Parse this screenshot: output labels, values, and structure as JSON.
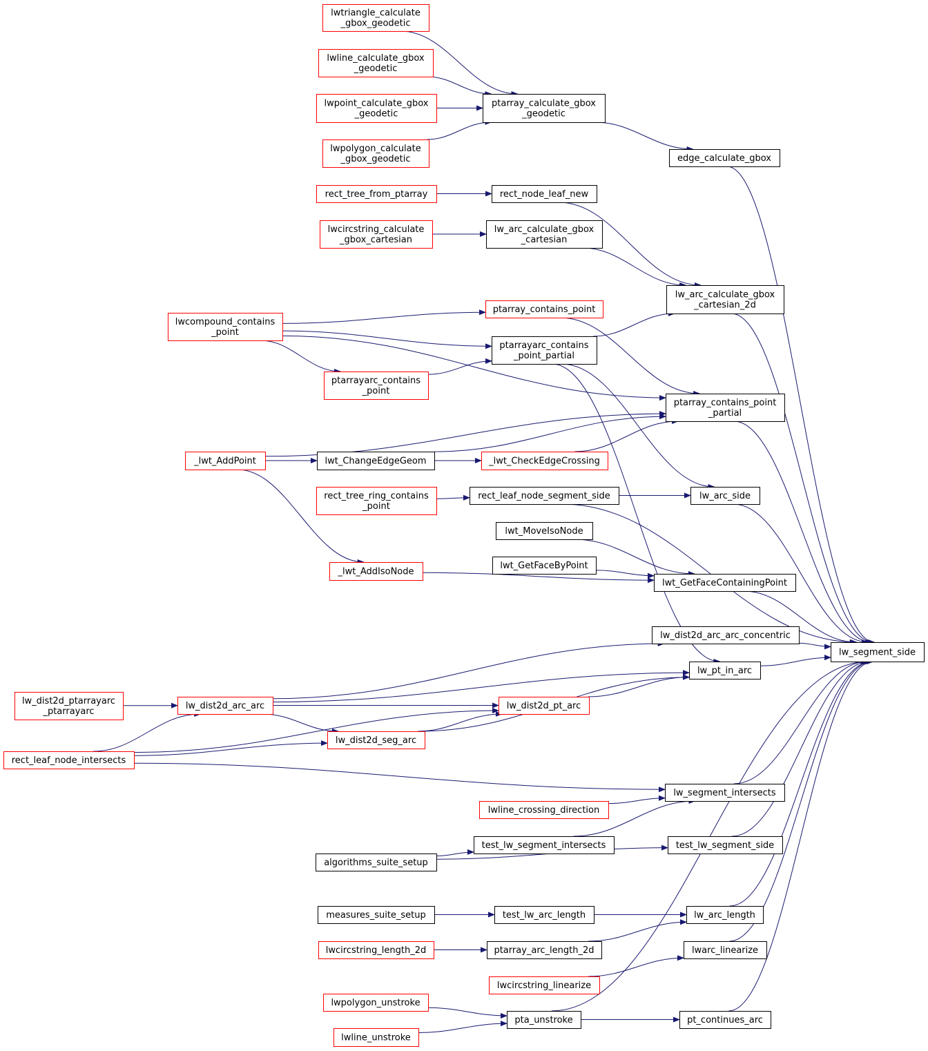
{
  "colors": {
    "edge": "#191970",
    "border_default": "#000000",
    "border_red": "#ff0000",
    "root_fill": "#bfbfbf"
  },
  "nodes": [
    {
      "id": "lw_segment_side",
      "label": [
        "lw_segment_side"
      ],
      "style": "root"
    },
    {
      "id": "edge_calculate_gbox",
      "label": [
        "edge_calculate_gbox"
      ],
      "style": "black"
    },
    {
      "id": "ptarray_calculate_gbox_geodetic",
      "label": [
        "ptarray_calculate_gbox",
        "_geodetic"
      ],
      "style": "black"
    },
    {
      "id": "lwtriangle_calculate_gbox_geodetic",
      "label": [
        "lwtriangle_calculate",
        "_gbox_geodetic"
      ],
      "style": "red"
    },
    {
      "id": "lwline_calculate_gbox_geodetic",
      "label": [
        "lwline_calculate_gbox",
        "_geodetic"
      ],
      "style": "red"
    },
    {
      "id": "lwpoint_calculate_gbox_geodetic",
      "label": [
        "lwpoint_calculate_gbox",
        "_geodetic"
      ],
      "style": "red"
    },
    {
      "id": "lwpolygon_calculate_gbox_geodetic",
      "label": [
        "lwpolygon_calculate",
        "_gbox_geodetic"
      ],
      "style": "red"
    },
    {
      "id": "rect_node_leaf_new",
      "label": [
        "rect_node_leaf_new"
      ],
      "style": "black"
    },
    {
      "id": "rect_tree_from_ptarray",
      "label": [
        "rect_tree_from_ptarray"
      ],
      "style": "red"
    },
    {
      "id": "lw_arc_calculate_gbox_cartesian",
      "label": [
        "lw_arc_calculate_gbox",
        "_cartesian"
      ],
      "style": "black"
    },
    {
      "id": "lwcircstring_calculate_gbox_cartesian",
      "label": [
        "lwcircstring_calculate",
        "_gbox_cartesian"
      ],
      "style": "red"
    },
    {
      "id": "lw_arc_calculate_gbox_cartesian_2d",
      "label": [
        "lw_arc_calculate_gbox",
        "_cartesian_2d"
      ],
      "style": "black"
    },
    {
      "id": "ptarray_contains_point",
      "label": [
        "ptarray_contains_point"
      ],
      "style": "red"
    },
    {
      "id": "lwcompound_contains_point",
      "label": [
        "lwcompound_contains",
        "_point"
      ],
      "style": "red"
    },
    {
      "id": "ptarrayarc_contains_point_partial",
      "label": [
        "ptarrayarc_contains",
        "_point_partial"
      ],
      "style": "black"
    },
    {
      "id": "ptarrayarc_contains_point",
      "label": [
        "ptarrayarc_contains",
        "_point"
      ],
      "style": "red"
    },
    {
      "id": "ptarray_contains_point_partial",
      "label": [
        "ptarray_contains_point",
        "_partial"
      ],
      "style": "black"
    },
    {
      "id": "_lwt_AddPoint",
      "label": [
        "_lwt_AddPoint"
      ],
      "style": "red"
    },
    {
      "id": "lwt_ChangeEdgeGeom",
      "label": [
        "lwt_ChangeEdgeGeom"
      ],
      "style": "black"
    },
    {
      "id": "_lwt_CheckEdgeCrossing",
      "label": [
        "_lwt_CheckEdgeCrossing"
      ],
      "style": "red"
    },
    {
      "id": "rect_tree_ring_contains_point",
      "label": [
        "rect_tree_ring_contains",
        "_point"
      ],
      "style": "red"
    },
    {
      "id": "rect_leaf_node_segment_side",
      "label": [
        "rect_leaf_node_segment_side"
      ],
      "style": "black"
    },
    {
      "id": "lw_arc_side",
      "label": [
        "lw_arc_side"
      ],
      "style": "black"
    },
    {
      "id": "lwt_MoveIsoNode",
      "label": [
        "lwt_MoveIsoNode"
      ],
      "style": "black"
    },
    {
      "id": "lwt_GetFaceByPoint",
      "label": [
        "lwt_GetFaceByPoint"
      ],
      "style": "black"
    },
    {
      "id": "_lwt_AddIsoNode",
      "label": [
        "_lwt_AddIsoNode"
      ],
      "style": "red"
    },
    {
      "id": "lwt_GetFaceContainingPoint",
      "label": [
        "lwt_GetFaceContainingPoint"
      ],
      "style": "black"
    },
    {
      "id": "lw_dist2d_arc_arc_concentric",
      "label": [
        "lw_dist2d_arc_arc_concentric"
      ],
      "style": "black"
    },
    {
      "id": "lw_pt_in_arc",
      "label": [
        "lw_pt_in_arc"
      ],
      "style": "black"
    },
    {
      "id": "lw_dist2d_ptarrayarc_ptarrayarc",
      "label": [
        "lw_dist2d_ptarrayarc",
        "_ptarrayarc"
      ],
      "style": "red"
    },
    {
      "id": "lw_dist2d_arc_arc",
      "label": [
        "lw_dist2d_arc_arc"
      ],
      "style": "red"
    },
    {
      "id": "lw_dist2d_pt_arc",
      "label": [
        "lw_dist2d_pt_arc"
      ],
      "style": "red"
    },
    {
      "id": "lw_dist2d_seg_arc",
      "label": [
        "lw_dist2d_seg_arc"
      ],
      "style": "red"
    },
    {
      "id": "rect_leaf_node_intersects",
      "label": [
        "rect_leaf_node_intersects"
      ],
      "style": "red"
    },
    {
      "id": "lw_segment_intersects",
      "label": [
        "lw_segment_intersects"
      ],
      "style": "black"
    },
    {
      "id": "lwline_crossing_direction",
      "label": [
        "lwline_crossing_direction"
      ],
      "style": "red"
    },
    {
      "id": "test_lw_segment_intersects",
      "label": [
        "test_lw_segment_intersects"
      ],
      "style": "black"
    },
    {
      "id": "test_lw_segment_side",
      "label": [
        "test_lw_segment_side"
      ],
      "style": "black"
    },
    {
      "id": "algorithms_suite_setup",
      "label": [
        "algorithms_suite_setup"
      ],
      "style": "black"
    },
    {
      "id": "measures_suite_setup",
      "label": [
        "measures_suite_setup"
      ],
      "style": "black"
    },
    {
      "id": "test_lw_arc_length",
      "label": [
        "test_lw_arc_length"
      ],
      "style": "black"
    },
    {
      "id": "lw_arc_length",
      "label": [
        "lw_arc_length"
      ],
      "style": "black"
    },
    {
      "id": "lwcircstring_length_2d",
      "label": [
        "lwcircstring_length_2d"
      ],
      "style": "red"
    },
    {
      "id": "ptarray_arc_length_2d",
      "label": [
        "ptarray_arc_length_2d"
      ],
      "style": "black"
    },
    {
      "id": "lwarc_linearize",
      "label": [
        "lwarc_linearize"
      ],
      "style": "black"
    },
    {
      "id": "lwcircstring_linearize",
      "label": [
        "lwcircstring_linearize"
      ],
      "style": "red"
    },
    {
      "id": "lwpolygon_unstroke",
      "label": [
        "lwpolygon_unstroke"
      ],
      "style": "red"
    },
    {
      "id": "pta_unstroke",
      "label": [
        "pta_unstroke"
      ],
      "style": "black"
    },
    {
      "id": "pt_continues_arc",
      "label": [
        "pt_continues_arc"
      ],
      "style": "black"
    },
    {
      "id": "lwline_unstroke",
      "label": [
        "lwline_unstroke"
      ],
      "style": "red"
    }
  ],
  "edges": [
    [
      "edge_calculate_gbox",
      "lw_segment_side"
    ],
    [
      "ptarray_calculate_gbox_geodetic",
      "edge_calculate_gbox"
    ],
    [
      "lwtriangle_calculate_gbox_geodetic",
      "ptarray_calculate_gbox_geodetic"
    ],
    [
      "lwline_calculate_gbox_geodetic",
      "ptarray_calculate_gbox_geodetic"
    ],
    [
      "lwpoint_calculate_gbox_geodetic",
      "ptarray_calculate_gbox_geodetic"
    ],
    [
      "lwpolygon_calculate_gbox_geodetic",
      "ptarray_calculate_gbox_geodetic"
    ],
    [
      "lw_arc_calculate_gbox_cartesian_2d",
      "lw_segment_side"
    ],
    [
      "rect_node_leaf_new",
      "lw_arc_calculate_gbox_cartesian_2d"
    ],
    [
      "rect_tree_from_ptarray",
      "rect_node_leaf_new"
    ],
    [
      "lw_arc_calculate_gbox_cartesian",
      "lw_arc_calculate_gbox_cartesian_2d"
    ],
    [
      "lwcircstring_calculate_gbox_cartesian",
      "lw_arc_calculate_gbox_cartesian"
    ],
    [
      "ptarrayarc_contains_point_partial",
      "lw_arc_calculate_gbox_cartesian_2d"
    ],
    [
      "lwcompound_contains_point",
      "ptarray_contains_point"
    ],
    [
      "lwcompound_contains_point",
      "ptarrayarc_contains_point_partial"
    ],
    [
      "lwcompound_contains_point",
      "ptarrayarc_contains_point"
    ],
    [
      "lwcompound_contains_point",
      "ptarray_contains_point_partial"
    ],
    [
      "ptarrayarc_contains_point",
      "ptarrayarc_contains_point_partial"
    ],
    [
      "ptarray_contains_point_partial",
      "lw_segment_side"
    ],
    [
      "ptarray_contains_point",
      "ptarray_contains_point_partial"
    ],
    [
      "_lwt_AddPoint",
      "ptarray_contains_point_partial"
    ],
    [
      "lwt_ChangeEdgeGeom",
      "ptarray_contains_point_partial"
    ],
    [
      "_lwt_CheckEdgeCrossing",
      "ptarray_contains_point_partial"
    ],
    [
      "_lwt_AddPoint",
      "lwt_ChangeEdgeGeom"
    ],
    [
      "lwt_ChangeEdgeGeom",
      "_lwt_CheckEdgeCrossing"
    ],
    [
      "_lwt_AddPoint",
      "_lwt_AddIsoNode"
    ],
    [
      "lw_arc_side",
      "lw_segment_side"
    ],
    [
      "ptarrayarc_contains_point_partial",
      "lw_arc_side"
    ],
    [
      "rect_leaf_node_segment_side",
      "lw_arc_side"
    ],
    [
      "rect_tree_ring_contains_point",
      "rect_leaf_node_segment_side"
    ],
    [
      "rect_leaf_node_segment_side",
      "lw_segment_side"
    ],
    [
      "lwt_GetFaceContainingPoint",
      "lw_segment_side"
    ],
    [
      "lwt_MoveIsoNode",
      "lwt_GetFaceContainingPoint"
    ],
    [
      "lwt_GetFaceByPoint",
      "lwt_GetFaceContainingPoint"
    ],
    [
      "_lwt_AddIsoNode",
      "lwt_GetFaceContainingPoint"
    ],
    [
      "lw_dist2d_arc_arc_concentric",
      "lw_segment_side"
    ],
    [
      "lw_dist2d_arc_arc",
      "lw_dist2d_arc_arc_concentric"
    ],
    [
      "lw_pt_in_arc",
      "lw_segment_side"
    ],
    [
      "ptarrayarc_contains_point_partial",
      "lw_pt_in_arc"
    ],
    [
      "lw_dist2d_arc_arc",
      "lw_pt_in_arc"
    ],
    [
      "lw_dist2d_pt_arc",
      "lw_pt_in_arc"
    ],
    [
      "lw_dist2d_seg_arc",
      "lw_pt_in_arc"
    ],
    [
      "lw_dist2d_ptarrayarc_ptarrayarc",
      "lw_dist2d_arc_arc"
    ],
    [
      "rect_leaf_node_intersects",
      "lw_dist2d_arc_arc"
    ],
    [
      "lw_dist2d_arc_arc",
      "lw_dist2d_pt_arc"
    ],
    [
      "lw_dist2d_arc_arc",
      "lw_dist2d_seg_arc"
    ],
    [
      "lw_dist2d_seg_arc",
      "lw_dist2d_pt_arc"
    ],
    [
      "rect_leaf_node_intersects",
      "lw_dist2d_pt_arc"
    ],
    [
      "rect_leaf_node_intersects",
      "lw_dist2d_seg_arc"
    ],
    [
      "lw_segment_intersects",
      "lw_segment_side"
    ],
    [
      "rect_leaf_node_intersects",
      "lw_segment_intersects"
    ],
    [
      "lwline_crossing_direction",
      "lw_segment_intersects"
    ],
    [
      "test_lw_segment_intersects",
      "lw_segment_intersects"
    ],
    [
      "algorithms_suite_setup",
      "test_lw_segment_intersects"
    ],
    [
      "test_lw_segment_side",
      "lw_segment_side"
    ],
    [
      "algorithms_suite_setup",
      "test_lw_segment_side"
    ],
    [
      "lw_arc_length",
      "lw_segment_side"
    ],
    [
      "test_lw_arc_length",
      "lw_arc_length"
    ],
    [
      "measures_suite_setup",
      "test_lw_arc_length"
    ],
    [
      "ptarray_arc_length_2d",
      "lw_arc_length"
    ],
    [
      "lwcircstring_length_2d",
      "ptarray_arc_length_2d"
    ],
    [
      "lwarc_linearize",
      "lw_segment_side"
    ],
    [
      "lwcircstring_linearize",
      "lwarc_linearize"
    ],
    [
      "pta_unstroke",
      "lw_segment_side"
    ],
    [
      "pt_continues_arc",
      "lw_segment_side"
    ],
    [
      "pta_unstroke",
      "pt_continues_arc"
    ],
    [
      "lwpolygon_unstroke",
      "pta_unstroke"
    ],
    [
      "lwline_unstroke",
      "pta_unstroke"
    ]
  ]
}
